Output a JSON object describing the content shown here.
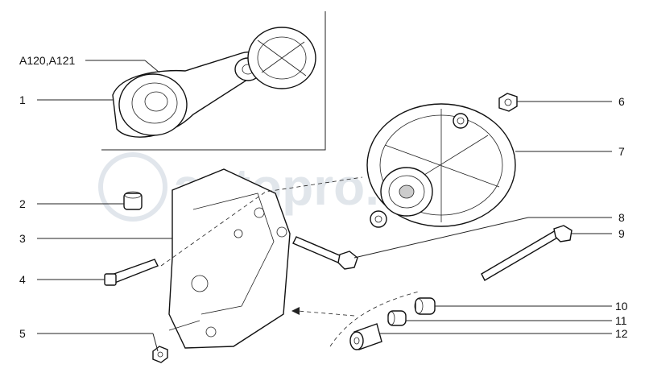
{
  "watermark": "autopro.ru",
  "inset_label": "A120,A121",
  "callouts": [
    {
      "id": "1",
      "label": "1"
    },
    {
      "id": "2",
      "label": "2"
    },
    {
      "id": "3",
      "label": "3"
    },
    {
      "id": "4",
      "label": "4"
    },
    {
      "id": "5",
      "label": "5"
    },
    {
      "id": "6",
      "label": "6"
    },
    {
      "id": "7",
      "label": "7"
    },
    {
      "id": "8",
      "label": "8"
    },
    {
      "id": "9",
      "label": "9"
    },
    {
      "id": "10",
      "label": "10"
    },
    {
      "id": "11",
      "label": "11"
    },
    {
      "id": "12",
      "label": "12"
    }
  ]
}
